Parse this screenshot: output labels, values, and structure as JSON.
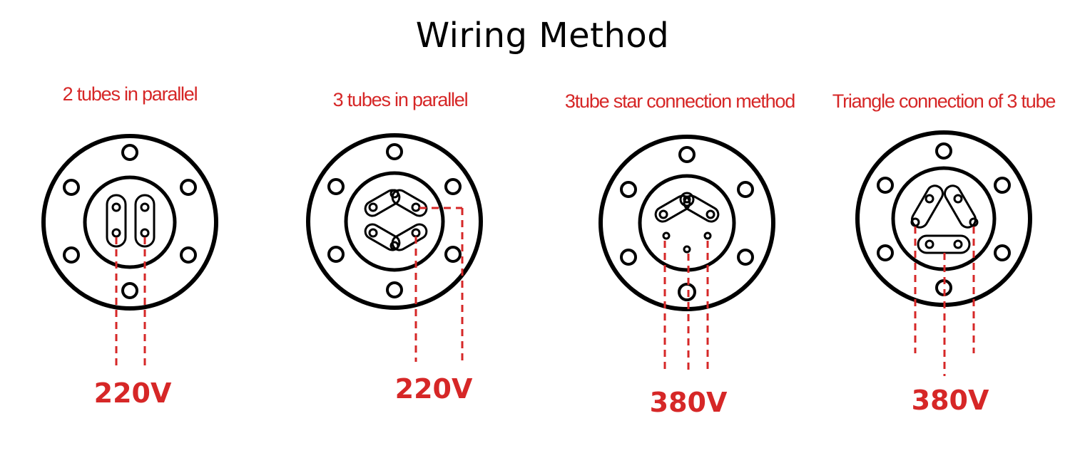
{
  "title": "Wiring Method",
  "colors": {
    "accent": "#d62727",
    "line": "#000000",
    "background": "#ffffff"
  },
  "panels": [
    {
      "caption": "2 tubes in parallel",
      "voltage": "220V"
    },
    {
      "caption": "3 tubes in parallel",
      "voltage": "220V"
    },
    {
      "caption": "3tube star connection method",
      "voltage": "380V"
    },
    {
      "caption": "Triangle connection of 3 tube",
      "voltage": "380V"
    }
  ]
}
